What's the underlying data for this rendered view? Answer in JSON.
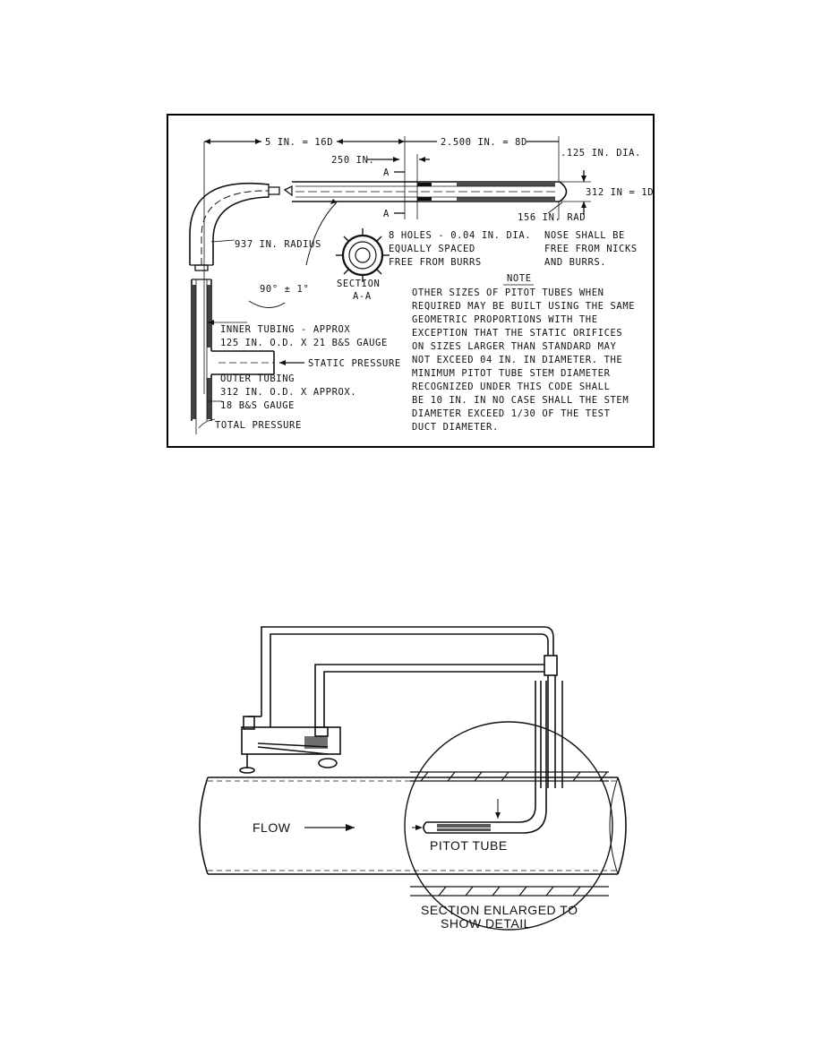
{
  "figure1": {
    "dim_5in": "5 IN. = 16D",
    "dim_2500in": "2.500 IN. = 8D",
    "dim_250in": "250 IN.",
    "dim_125dia": ".125 IN. DIA.",
    "section_mark": "A",
    "dim_312": "312 IN = 1D",
    "dim_156rad": "156 IN. RAD",
    "radius": "937 IN. RADIUS",
    "holes_1": "8 HOLES - 0.04 IN. DIA.",
    "holes_2": "EQUALLY SPACED",
    "holes_3": "FREE FROM BURRS",
    "nose_1": "NOSE SHALL BE",
    "nose_2": "FREE FROM NICKS",
    "nose_3": "AND BURRS.",
    "section_title": "SECTION",
    "section_sub": "A-A",
    "angle": "90° ± 1°",
    "note_title": "NOTE",
    "note_lines": [
      "OTHER SIZES OF PITOT TUBES WHEN",
      "REQUIRED MAY BE BUILT USING THE SAME",
      "GEOMETRIC PROPORTIONS WITH THE",
      "EXCEPTION THAT THE STATIC ORIFICES",
      "ON SIZES LARGER THAN STANDARD MAY",
      "NOT EXCEED 04 IN. IN DIAMETER.  THE",
      "MINIMUM PITOT TUBE STEM DIAMETER",
      "RECOGNIZED UNDER THIS CODE SHALL",
      "BE  10 IN. IN NO CASE SHALL THE STEM",
      "DIAMETER EXCEED 1/30 OF THE TEST",
      "DUCT DIAMETER."
    ],
    "inner_1": "INNER TUBING - APPROX",
    "inner_2": "125 IN. O.D. X 21 B&S GAUGE",
    "static": "STATIC PRESSURE",
    "outer_1": "OUTER TUBING",
    "outer_2": "312 IN. O.D. X APPROX.",
    "outer_3": "18 B&S GAUGE",
    "total": "TOTAL PRESSURE"
  },
  "figure2": {
    "flow": "FLOW",
    "pitot": "PITOT TUBE",
    "caption_1": "SECTION ENLARGED TO",
    "caption_2": "SHOW DETAIL"
  }
}
